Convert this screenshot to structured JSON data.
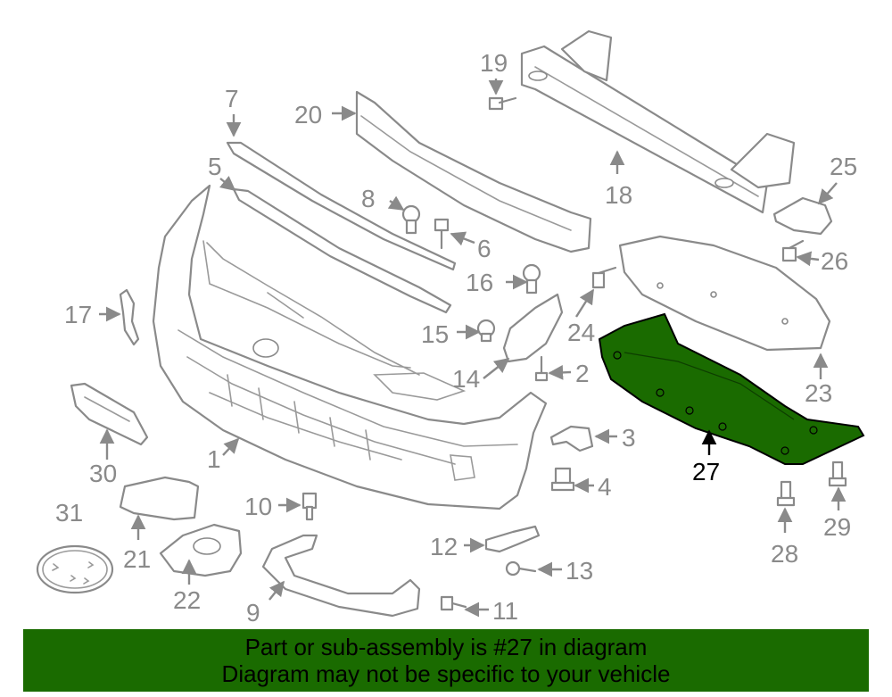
{
  "callouts": {
    "c1": "1",
    "c2": "2",
    "c3": "3",
    "c4": "4",
    "c5": "5",
    "c6": "6",
    "c7": "7",
    "c8": "8",
    "c9": "9",
    "c10": "10",
    "c11": "11",
    "c12": "12",
    "c13": "13",
    "c14": "14",
    "c15": "15",
    "c16": "16",
    "c17": "17",
    "c18": "18",
    "c19": "19",
    "c20": "20",
    "c21": "21",
    "c22": "22",
    "c23": "23",
    "c24": "24",
    "c25": "25",
    "c26": "26",
    "c27": "27",
    "c28": "28",
    "c29": "29",
    "c30": "30",
    "c31": "31"
  },
  "highlight": {
    "part": "27",
    "color": "#1a6b00",
    "outline": "#000000"
  },
  "banner": {
    "line1": "Part or sub-assembly is #27 in diagram",
    "line2": "Diagram may not be specific to your vehicle",
    "background": "#1a6b00"
  }
}
